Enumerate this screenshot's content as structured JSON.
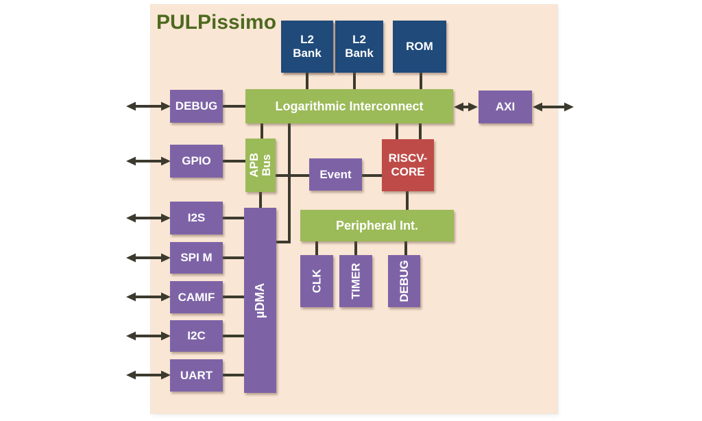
{
  "title": "PULPissimo",
  "colors": {
    "panel_background": "#fae6d4",
    "memory_blue": "#1f4a7a",
    "peripheral_purple": "#7d63a6",
    "bus_green": "#9bba58",
    "core_red": "#bf4b48",
    "wire": "#3c3a2e",
    "title_green": "#4d6a1f"
  },
  "blocks": {
    "l2_bank_1": {
      "label": "L2\nBank"
    },
    "l2_bank_2": {
      "label": "L2\nBank"
    },
    "rom": {
      "label": "ROM"
    },
    "interconnect": {
      "label": "Logarithmic Interconnect"
    },
    "debug": {
      "label": "DEBUG"
    },
    "axi": {
      "label": "AXI"
    },
    "gpio": {
      "label": "GPIO"
    },
    "apb_bus": {
      "label": "APB\nBus"
    },
    "event": {
      "label": "Event"
    },
    "riscv_core": {
      "label": "RISCV-\nCORE"
    },
    "i2s": {
      "label": "I2S"
    },
    "spi_m": {
      "label": "SPI M"
    },
    "camif": {
      "label": "CAMIF"
    },
    "i2c": {
      "label": "I2C"
    },
    "uart": {
      "label": "UART"
    },
    "udma": {
      "label": "µDMA"
    },
    "peripheral_int": {
      "label": "Peripheral Int."
    },
    "clk": {
      "label": "CLK"
    },
    "timer": {
      "label": "TIMER"
    },
    "debug_periph": {
      "label": "DEBUG"
    }
  }
}
